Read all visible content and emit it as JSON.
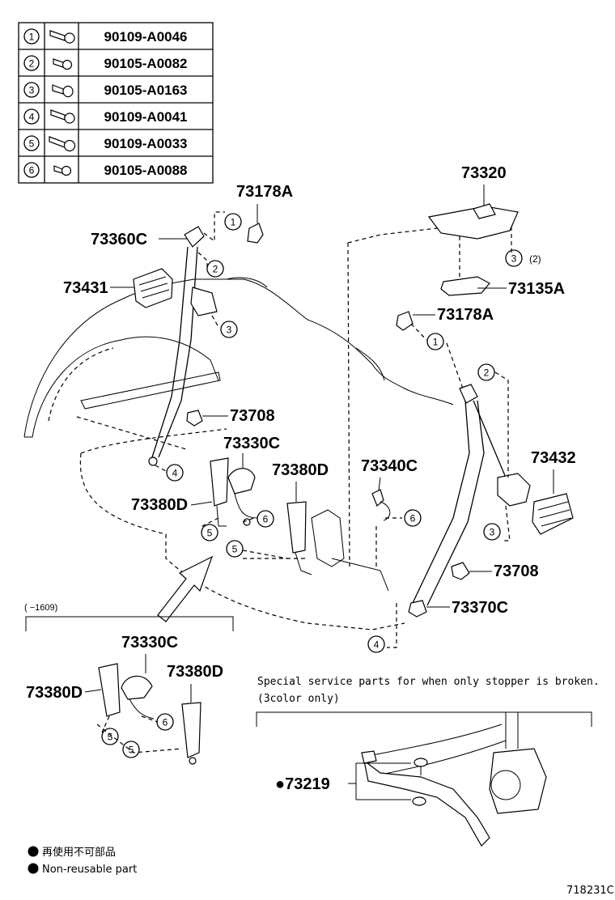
{
  "fastener_table": [
    {
      "num": "1",
      "icon": "long-bolt-icon",
      "part_no": "90109-A0046"
    },
    {
      "num": "2",
      "icon": "short-bolt-icon",
      "part_no": "90105-A0082"
    },
    {
      "num": "3",
      "icon": "flange-bolt-icon",
      "part_no": "90105-A0163"
    },
    {
      "num": "4",
      "icon": "stud-bolt-icon",
      "part_no": "90109-A0041"
    },
    {
      "num": "5",
      "icon": "long-flange-bolt-icon",
      "part_no": "90109-A0033"
    },
    {
      "num": "6",
      "icon": "small-bolt-icon",
      "part_no": "90105-A0088"
    }
  ],
  "labels": {
    "p73178A_left": "73178A",
    "p73360C": "73360C",
    "p73431": "73431",
    "p73708_left": "73708",
    "p73330C_main": "73330C",
    "p73380D_left": "73380D",
    "p73380D_center": "73380D",
    "p73340C": "73340C",
    "p73320": "73320",
    "p73135A": "73135A",
    "p73178A_right": "73178A",
    "p73432": "73432",
    "p73708_right": "73708",
    "p73370C": "73370C",
    "p73330C_inset": "73330C",
    "p73380D_inset_left": "73380D",
    "p73380D_inset_right": "73380D",
    "p73219": "●73219"
  },
  "callout_suffix": "(2)",
  "inset_range": "(    −1609)",
  "special_note_line1": "Special service parts for when only stopper is broken.",
  "special_note_line2": "(3color only)",
  "legend": {
    "jp": "再使用不可部品",
    "en": "Non-reusable part"
  },
  "diagram_id": "718231C"
}
